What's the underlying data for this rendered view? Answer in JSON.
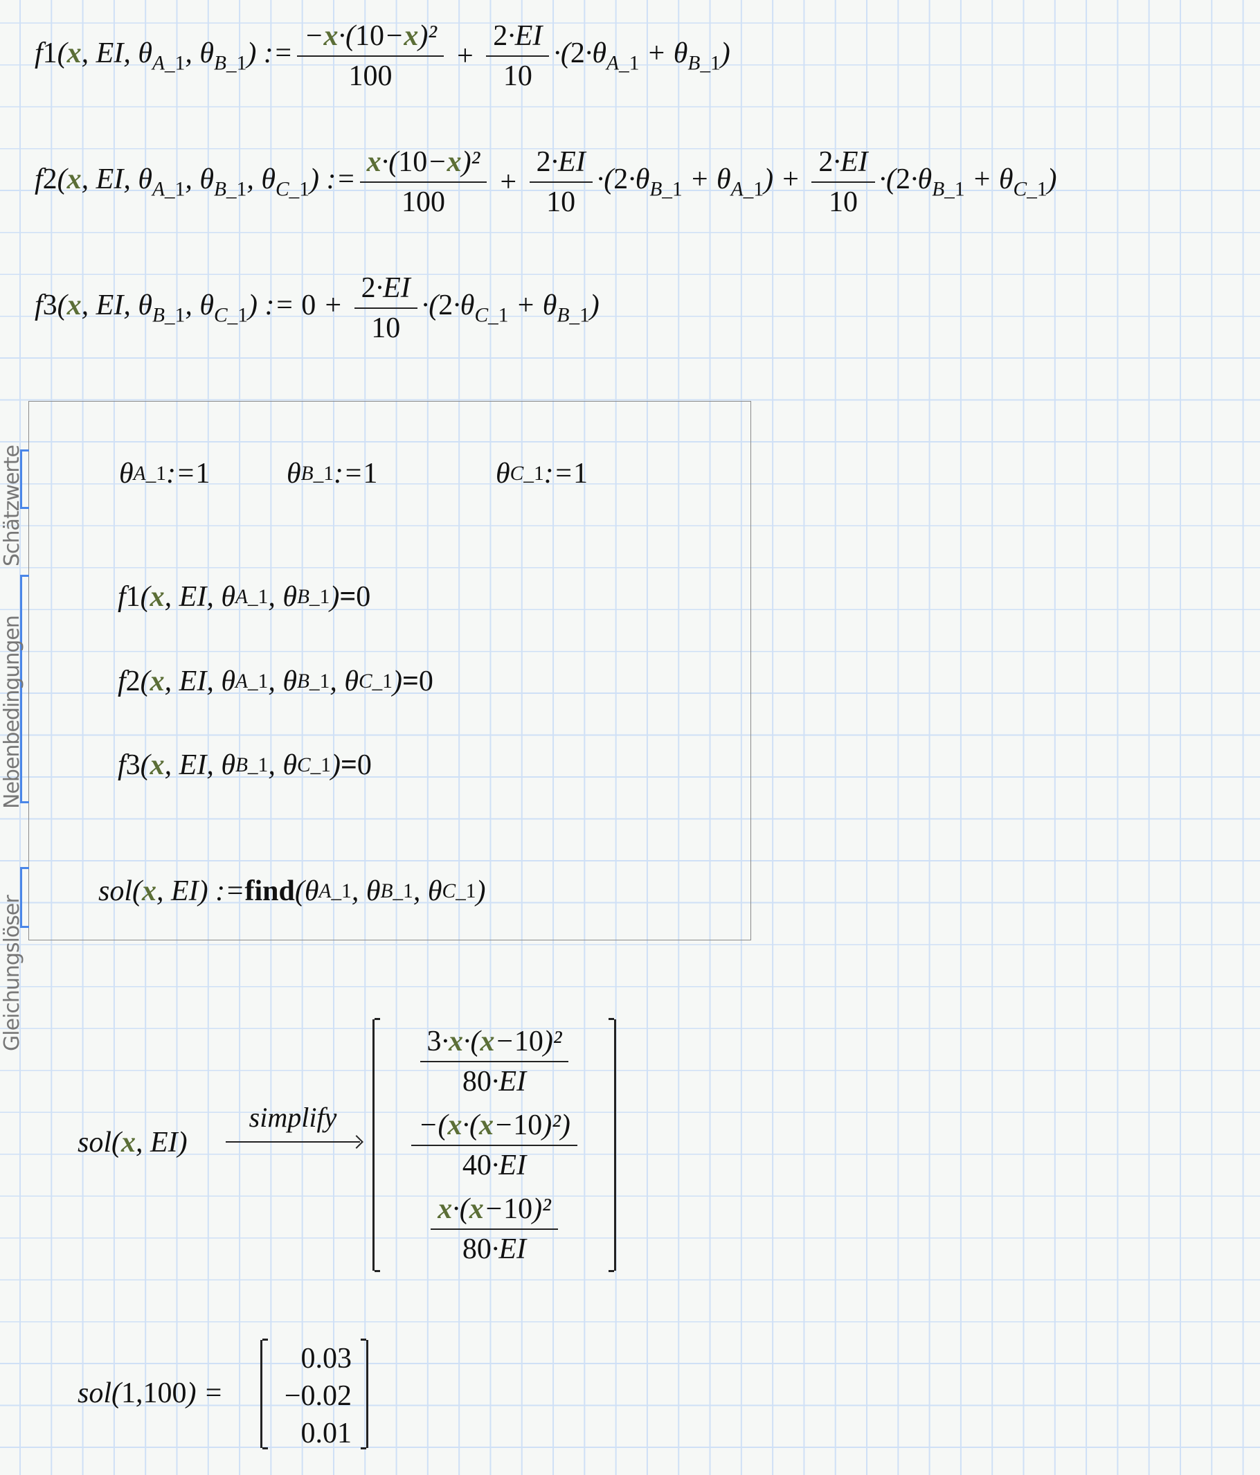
{
  "definitions": {
    "f1": {
      "lhs": "f1(x, EI, θ_A_1, θ_B_1) :=",
      "n1": "−x·(10−x)²",
      "d1": "100",
      "op1": " + ",
      "n2": "2·EI",
      "d2": "10",
      "tail": "·(2·θ_A_1 + θ_B_1)"
    },
    "f2": {
      "lhs": "f2(x, EI, θ_A_1, θ_B_1, θ_C_1) :=",
      "n1": "x·(10−x)²",
      "d1": "100",
      "op1": " + ",
      "n2": "2·EI",
      "d2": "10",
      "mid": "·(2·θ_B_1 + θ_A_1) + ",
      "n3": "2·EI",
      "d3": "10",
      "tail": "·(2·θ_B_1 + θ_C_1)"
    },
    "f3": {
      "lhs": "f3(x, EI, θ_B_1, θ_C_1) := 0 + ",
      "n1": "2·EI",
      "d1": "10",
      "tail": "·(2·θ_C_1 + θ_B_1)"
    }
  },
  "solve_block": {
    "labels": {
      "guesses": "Schätzwerte",
      "constraints": "Nebenbedingungen",
      "solver": "Gleichungslöser"
    },
    "guesses": [
      "θ_A_1 := 1",
      "θ_B_1 := 1",
      "θ_C_1 := 1"
    ],
    "constraints": [
      "f1(x, EI, θ_A_1, θ_B_1) = 0",
      "f2(x, EI, θ_A_1, θ_B_1, θ_C_1) = 0",
      "f3(x, EI, θ_B_1, θ_C_1) = 0"
    ],
    "solver": "sol(x, EI) := find(θ_A_1, θ_B_1, θ_C_1)"
  },
  "symbolic": {
    "lhs": "sol(x, EI)",
    "keyword": "simplify",
    "rows": [
      {
        "num": "3·x·(x−10)²",
        "den": "80·EI"
      },
      {
        "num": "−(x·(x−10)²)",
        "den": "40·EI"
      },
      {
        "num": "x·(x−10)²",
        "den": "80·EI"
      }
    ]
  },
  "numeric": {
    "lhs": "sol(1, 100) =",
    "values": [
      "0.03",
      "−0.02",
      "0.01"
    ]
  },
  "colors": {
    "variable": "#5b6e36",
    "grid": "#cfe0f6",
    "region_bracket": "#4a86e8"
  }
}
